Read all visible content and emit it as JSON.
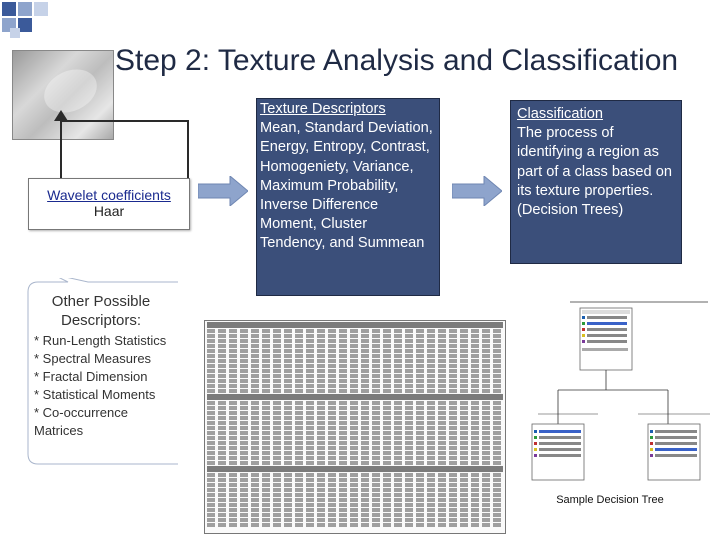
{
  "title": "Step 2: Texture Analysis and Classification",
  "wavelet_box": {
    "line1": "Wavelet coefficients",
    "line2": "Haar"
  },
  "descriptors_box": {
    "heading": "Texture Descriptors",
    "body": "Mean, Standard Deviation, Energy, Entropy, Contrast, Homogeniety, Variance, Maximum Probability, Inverse Difference Moment, Cluster Tendency, and Summean"
  },
  "classification_box": {
    "heading": "Classification",
    "body": "The process of identifying a region as part of a class based on its texture properties. (Decision Trees)"
  },
  "other_descriptors": {
    "heading": "Other Possible Descriptors:",
    "items": [
      "* Run-Length Statistics",
      "* Spectral Measures",
      "* Fractal Dimension",
      "* Statistical Moments",
      "* Co-occurrence Matrices"
    ]
  },
  "tree_caption": "Sample Decision Tree",
  "colors": {
    "box_fill": "#3b4f7a",
    "title_text": "#1f2a44",
    "link_text": "#1a2a8f",
    "deco_blue": "#3b5a9a"
  }
}
